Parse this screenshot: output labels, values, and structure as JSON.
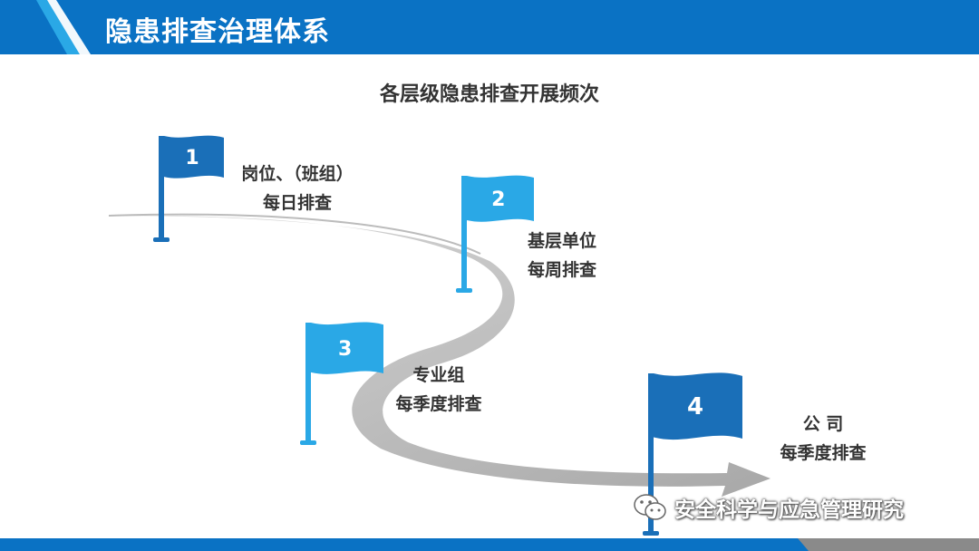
{
  "header": {
    "title": "隐患排查治理体系"
  },
  "diagram": {
    "subtitle": "各层级隐患排查开展频次",
    "flags": [
      {
        "number": "1",
        "line1": "岗位、（班组）",
        "line2": "每日排查",
        "color": "#1a6fb8"
      },
      {
        "number": "2",
        "line1": "基层单位",
        "line2": "每周排查",
        "color": "#2aa8e6"
      },
      {
        "number": "3",
        "line1": "专业组",
        "line2": "每季度排查",
        "color": "#2aa8e6"
      },
      {
        "number": "4",
        "line1": "公 司",
        "line2": "每季度排查",
        "color": "#1a6fb8"
      }
    ],
    "road_color": "#b8b8b8"
  },
  "watermark": {
    "text": "安全科学与应急管理研究",
    "icon": "wechat-icon"
  }
}
